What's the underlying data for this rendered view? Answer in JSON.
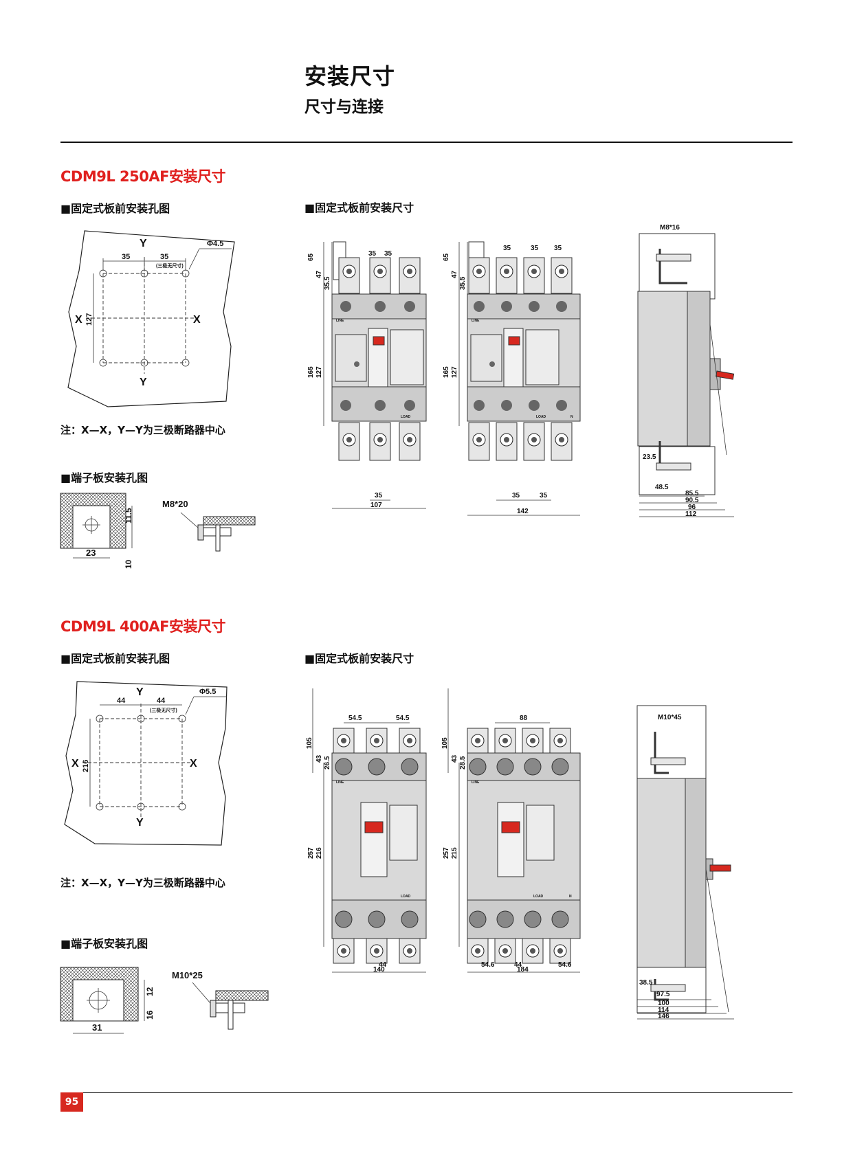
{
  "header": {
    "title": "安装尺寸",
    "subtitle": "尺寸与连接"
  },
  "page_number": "95",
  "colors": {
    "accent": "#e0201e",
    "rule": "#111111",
    "body_fill": "#d9d9d9"
  },
  "s250": {
    "title": "CDM9L 250AF安装尺寸",
    "holes_heading": "■固定式板前安装孔图",
    "dims_heading": "■固定式板前安装尺寸",
    "note": "注：X—X，Y—Y为三极断路器中心",
    "terminal_heading": "■端子板安装孔图",
    "hole": {
      "Y": "Y",
      "X": "X",
      "d35a": "35",
      "d35b": "35",
      "phi": "Φ4.5",
      "d127": "127",
      "tag": "(三极无尺寸)"
    },
    "terminal": {
      "d23": "23",
      "d11_5": "11.5",
      "d10": "10",
      "bolt": "M8*20"
    },
    "front3": {
      "d65": "65",
      "d47": "47",
      "d35_5": "35.5",
      "d35a": "35",
      "d35b": "35",
      "d165": "165",
      "d127": "127",
      "d35c": "35",
      "d107": "107",
      "line": "LINE",
      "load": "LOAD"
    },
    "front4": {
      "d65": "65",
      "d47": "47",
      "d35_5": "35.5",
      "d35a": "35",
      "d35b": "35",
      "d35c": "35",
      "d165": "165",
      "d127": "127",
      "d35d": "35",
      "d35e": "35",
      "d142": "142",
      "line": "LINE",
      "load": "LOAD",
      "n": "N"
    },
    "side": {
      "bolt": "M8*16",
      "d23_5": "23.5",
      "d48_5": "48.5",
      "d85_5": "85.5",
      "d90_5": "90.5",
      "d96": "96",
      "d112": "112"
    }
  },
  "s400": {
    "title": "CDM9L 400AF安装尺寸",
    "holes_heading": "■固定式板前安装孔图",
    "dims_heading": "■固定式板前安装尺寸",
    "note": "注：X—X，Y—Y为三极断路器中心",
    "terminal_heading": "■端子板安装孔图",
    "hole": {
      "Y": "Y",
      "X": "X",
      "d44a": "44",
      "d44b": "44",
      "phi": "Φ5.5",
      "d216": "216",
      "tag": "(三极无尺寸)"
    },
    "terminal": {
      "d31": "31",
      "d12": "12",
      "d16": "16",
      "bolt": "M10*25"
    },
    "front3": {
      "d105": "105",
      "d43": "43",
      "d26_5": "26.5",
      "d54_5a": "54.5",
      "d54_5b": "54.5",
      "d257": "257",
      "d216": "216",
      "d44": "44",
      "d140": "140",
      "line": "LINE",
      "load": "LOAD"
    },
    "front4": {
      "d105": "105",
      "d43": "43",
      "d28_5": "28.5",
      "d88": "88",
      "d257": "257",
      "d215": "215",
      "d54_6a": "54.6",
      "d44": "44",
      "d54_6b": "54.6",
      "d184": "184",
      "line": "LINE",
      "load": "LOAD",
      "n": "N"
    },
    "side": {
      "bolt": "M10*45",
      "d38_5": "38.5",
      "d97_5": "97.5",
      "d100": "100",
      "d114": "114",
      "d146": "146"
    }
  }
}
